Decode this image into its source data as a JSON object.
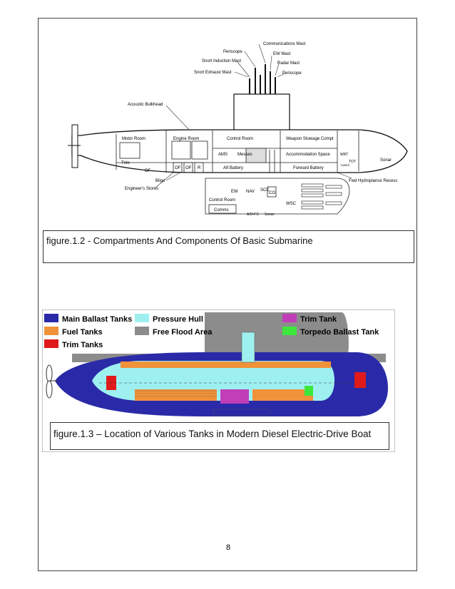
{
  "figure_1_2": {
    "caption": "figure.1.2 - Compartments And Components Of Basic Submarine",
    "labels": {
      "communications_mast": "Communications Mast",
      "periscope_top": "Periscope",
      "ew_mast": "EW Mast",
      "snort_induction_mast": "Snort Induction Mast",
      "radar_mast": "Radar Mast",
      "snort_exhaust_mast": "Snort Exhaust Mast",
      "periscope_right": "Periscope",
      "acoustic_bulkhead": "Acoustic Bulkhead",
      "motor_room": "Motor Room",
      "engine_room": "Engine Room",
      "control_room": "Control Room",
      "weapon_stowage": "Weapon Stowage Compt",
      "trim": "Trim",
      "of1": "OF",
      "of2": "OF",
      "of3": "OF",
      "r": "R",
      "ams": "AMS",
      "messes": "Messes",
      "accommodation_space": "Accommodation Space",
      "wrt": "WRT",
      "sonar": "Sonar",
      "aft_battery": "Aft Battery",
      "forward_battery": "Forward Battery",
      "tubes": "TUBES",
      "tot": "TOT",
      "bilge": "Bilge",
      "engineers_stores": "Engineer's Stores",
      "fwd_hydroplane_recess": "Fwd Hydroplance Recess",
      "ew": "EW",
      "nav": "NAV",
      "scc": "SCC",
      "co": "CO",
      "control_room_inset": "Control Room",
      "wsc": "WSC",
      "comms": "Comms",
      "afcfc": "A/O-FC",
      "sonar_inset": "Sonar"
    }
  },
  "figure_1_3": {
    "caption": "figure.1.3 – Location of Various Tanks in Modern Diesel Electric-Drive Boat",
    "legend": [
      {
        "label": "Main Ballast Tanks",
        "color": "#2a2aa8"
      },
      {
        "label": "Fuel Tanks",
        "color": "#f0923a"
      },
      {
        "label": "Trim Tanks",
        "color": "#e01a1a"
      },
      {
        "label": "Pressure Hull",
        "color": "#9ef0f0"
      },
      {
        "label": "Free Flood Area",
        "color": "#8c8c8c"
      },
      {
        "label": "Trim Tank",
        "color": "#c03fb8"
      },
      {
        "label": "Torpedo Ballast Tank",
        "color": "#3de63d"
      }
    ]
  },
  "page_number": "8"
}
